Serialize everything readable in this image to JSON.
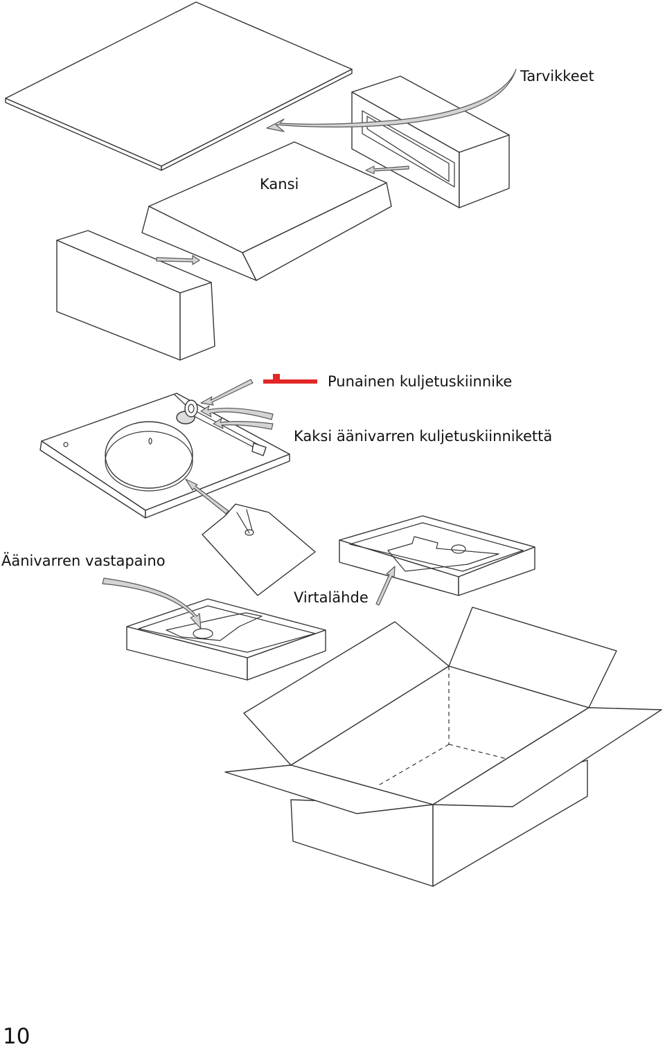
{
  "labels": {
    "accessories": "Tarvikkeet",
    "lid": "Kansi",
    "red_transport_clip": "Punainen kuljetuskiinnike",
    "two_tonearm_clips": "Kaksi äänivarren kuljetuskiinnikettä",
    "tonearm_counterweight": "Äänivarren vastapaino",
    "power_supply": "Virtalähde"
  },
  "page_number": "10",
  "colors": {
    "red_clip": "#e32626",
    "arrow_fill": "#d4d4d4",
    "line": "#333333"
  }
}
